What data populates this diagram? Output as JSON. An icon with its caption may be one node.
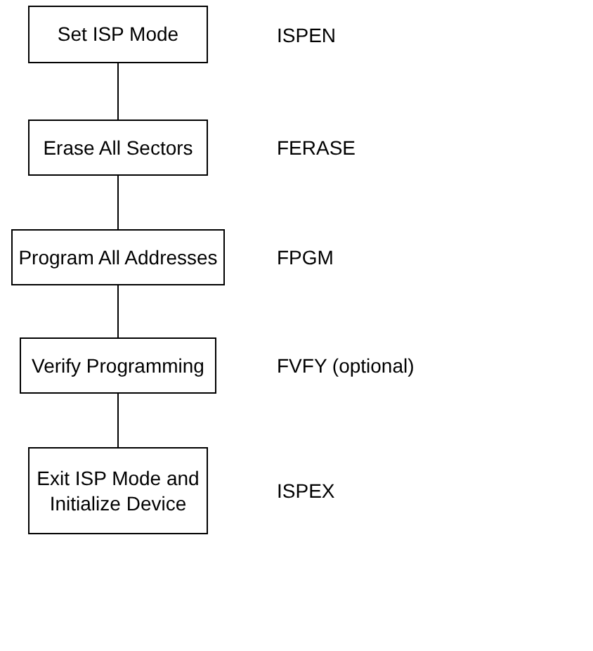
{
  "diagram": {
    "nodes": [
      {
        "text": [
          "Set ISP Mode"
        ],
        "beside": [
          "ISPEN"
        ]
      },
      {
        "text": [
          "Erase All Sectors"
        ],
        "beside": [
          "FERASE"
        ]
      },
      {
        "text": [
          "Program All Addresses"
        ],
        "beside": [
          "FPGM"
        ]
      },
      {
        "text": [
          "Verify Programming"
        ],
        "beside": [
          "FVFY (optional)"
        ]
      },
      {
        "text": [
          "Exit ISP Mode and Initialize Device"
        ],
        "beside": [
          "ISPEX"
        ]
      }
    ],
    "edges": [
      {
        "from": 0,
        "to": 1,
        "arrow": "none"
      },
      {
        "from": 1,
        "to": 2,
        "arrow": "none"
      },
      {
        "from": 2,
        "to": 3,
        "arrow": "none"
      },
      {
        "from": 3,
        "to": 4,
        "arrow": "none"
      }
    ]
  }
}
